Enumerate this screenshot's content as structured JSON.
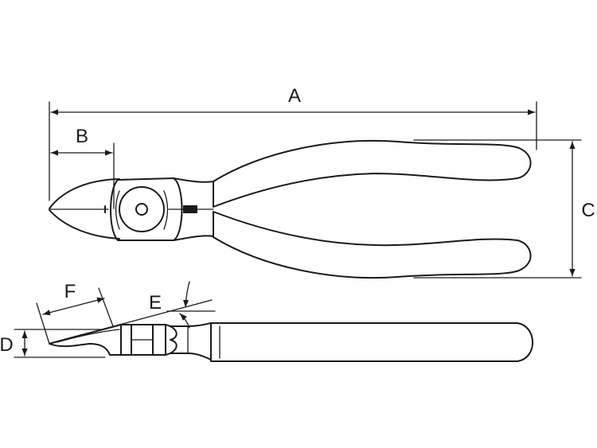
{
  "labels": {
    "a": "A",
    "b": "B",
    "c": "C",
    "d": "D",
    "e": "E",
    "f": "F"
  },
  "colors": {
    "line": "#1a1a1a",
    "background": "#ffffff"
  }
}
